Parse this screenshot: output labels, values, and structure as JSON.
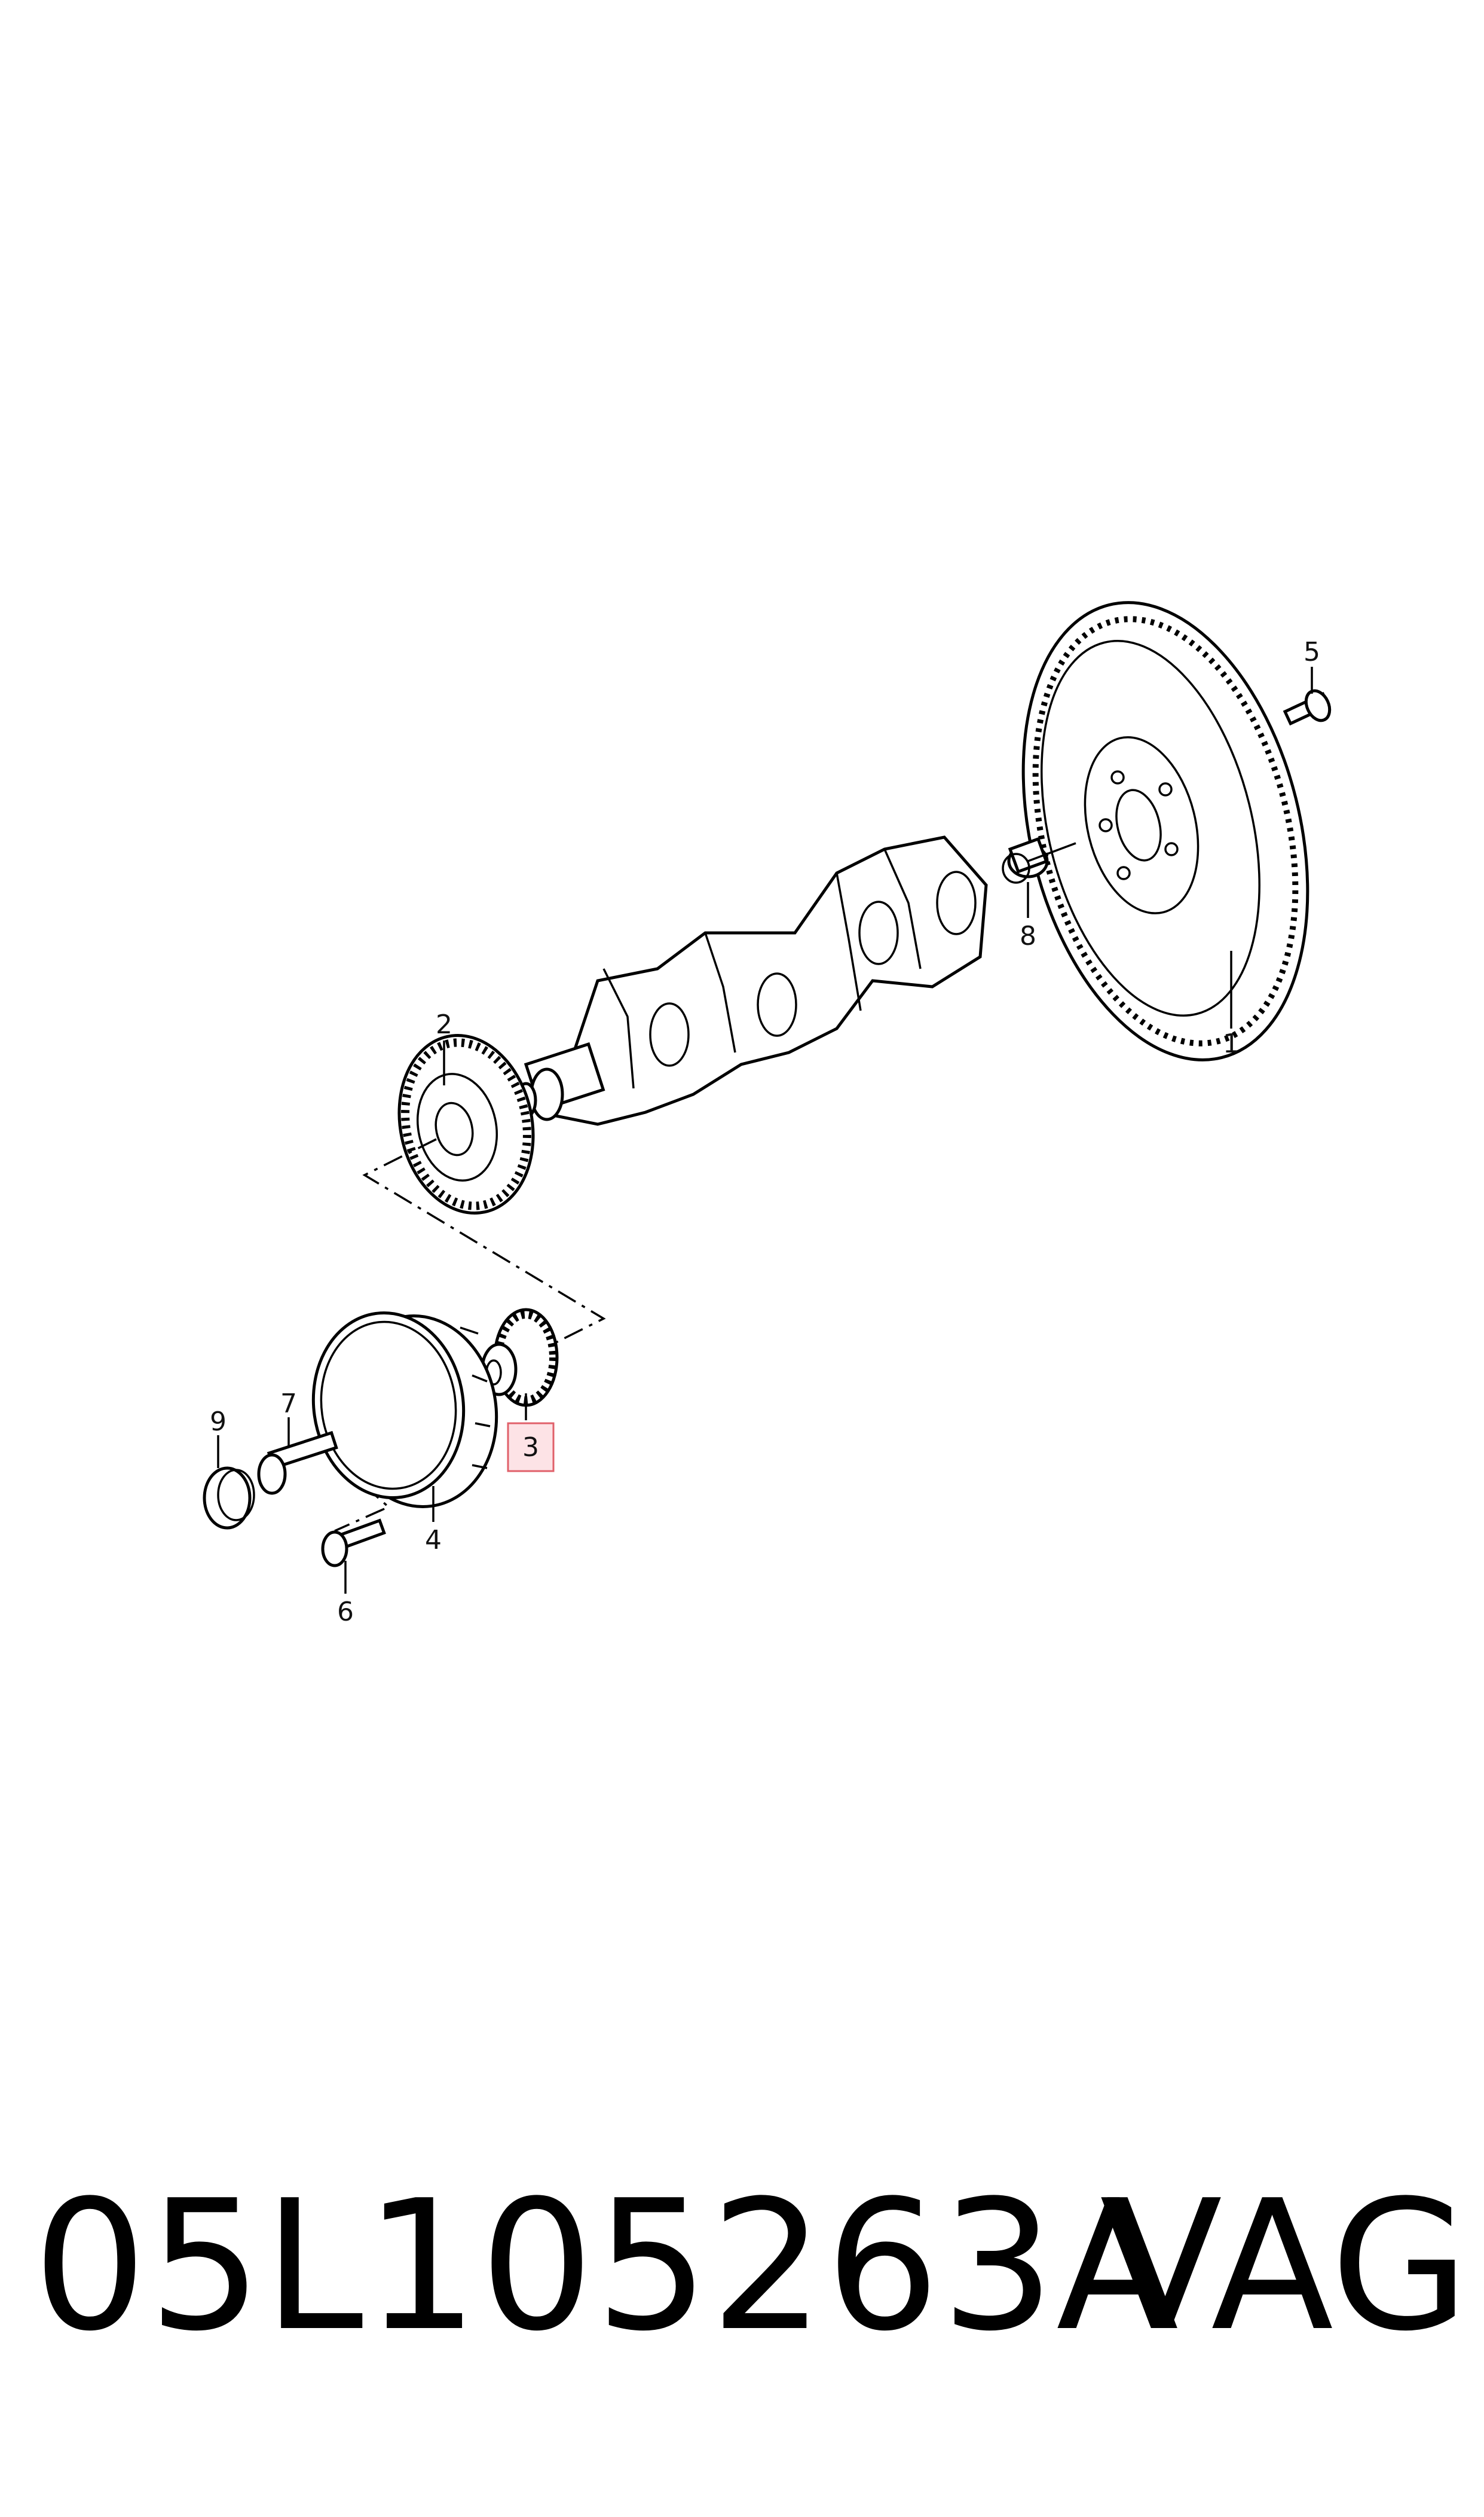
{
  "callouts": [
    {
      "id": "1",
      "label": "1"
    },
    {
      "id": "2",
      "label": "2"
    },
    {
      "id": "3",
      "label": "3",
      "highlight": true
    },
    {
      "id": "4",
      "label": "4"
    },
    {
      "id": "5",
      "label": "5"
    },
    {
      "id": "6",
      "label": "6"
    },
    {
      "id": "7",
      "label": "7"
    },
    {
      "id": "8",
      "label": "8"
    },
    {
      "id": "9",
      "label": "9"
    }
  ],
  "footer": {
    "part_number": "05L105263A",
    "brand": "VAG"
  },
  "colors": {
    "line": "#000000",
    "highlight_border": "#e0606a",
    "highlight_fill": "#fde3e6"
  }
}
